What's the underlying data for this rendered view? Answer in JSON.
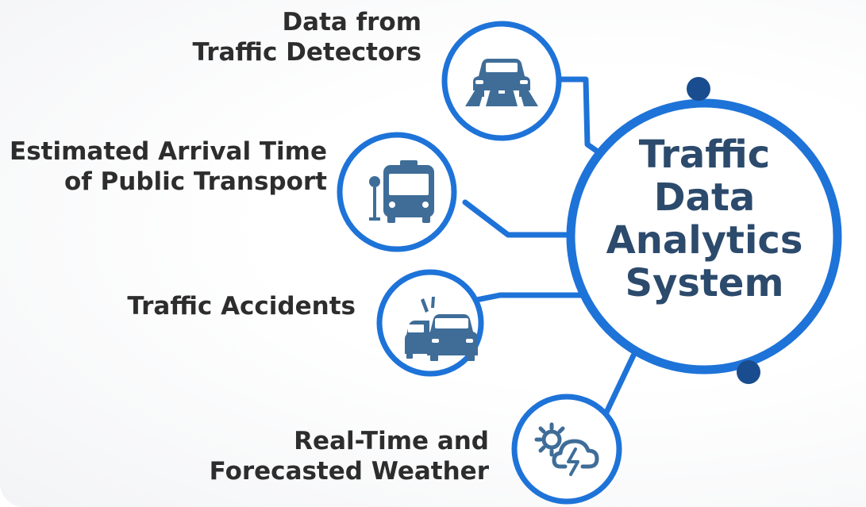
{
  "hub": {
    "lines": [
      "Traffic",
      "Data",
      "Analytics",
      "System"
    ]
  },
  "sources": [
    {
      "line1": "Data from",
      "line2": "Traffic Detectors",
      "icon": "car-on-road-icon"
    },
    {
      "line1": "Estimated Arrival Time",
      "line2": "of Public Transport",
      "icon": "bus-stop-icon"
    },
    {
      "line1": "Traffic Accidents",
      "icon": "car-collision-icon"
    },
    {
      "line1": "Real-Time and",
      "line2": "Forecasted Weather",
      "icon": "weather-icon"
    }
  ],
  "colors": {
    "ring": "#1e73d8",
    "dot": "#1a4d8f",
    "icon": "#3f6d98",
    "hub_text": "#2c4a6c",
    "label_text": "#2d2d2d"
  }
}
